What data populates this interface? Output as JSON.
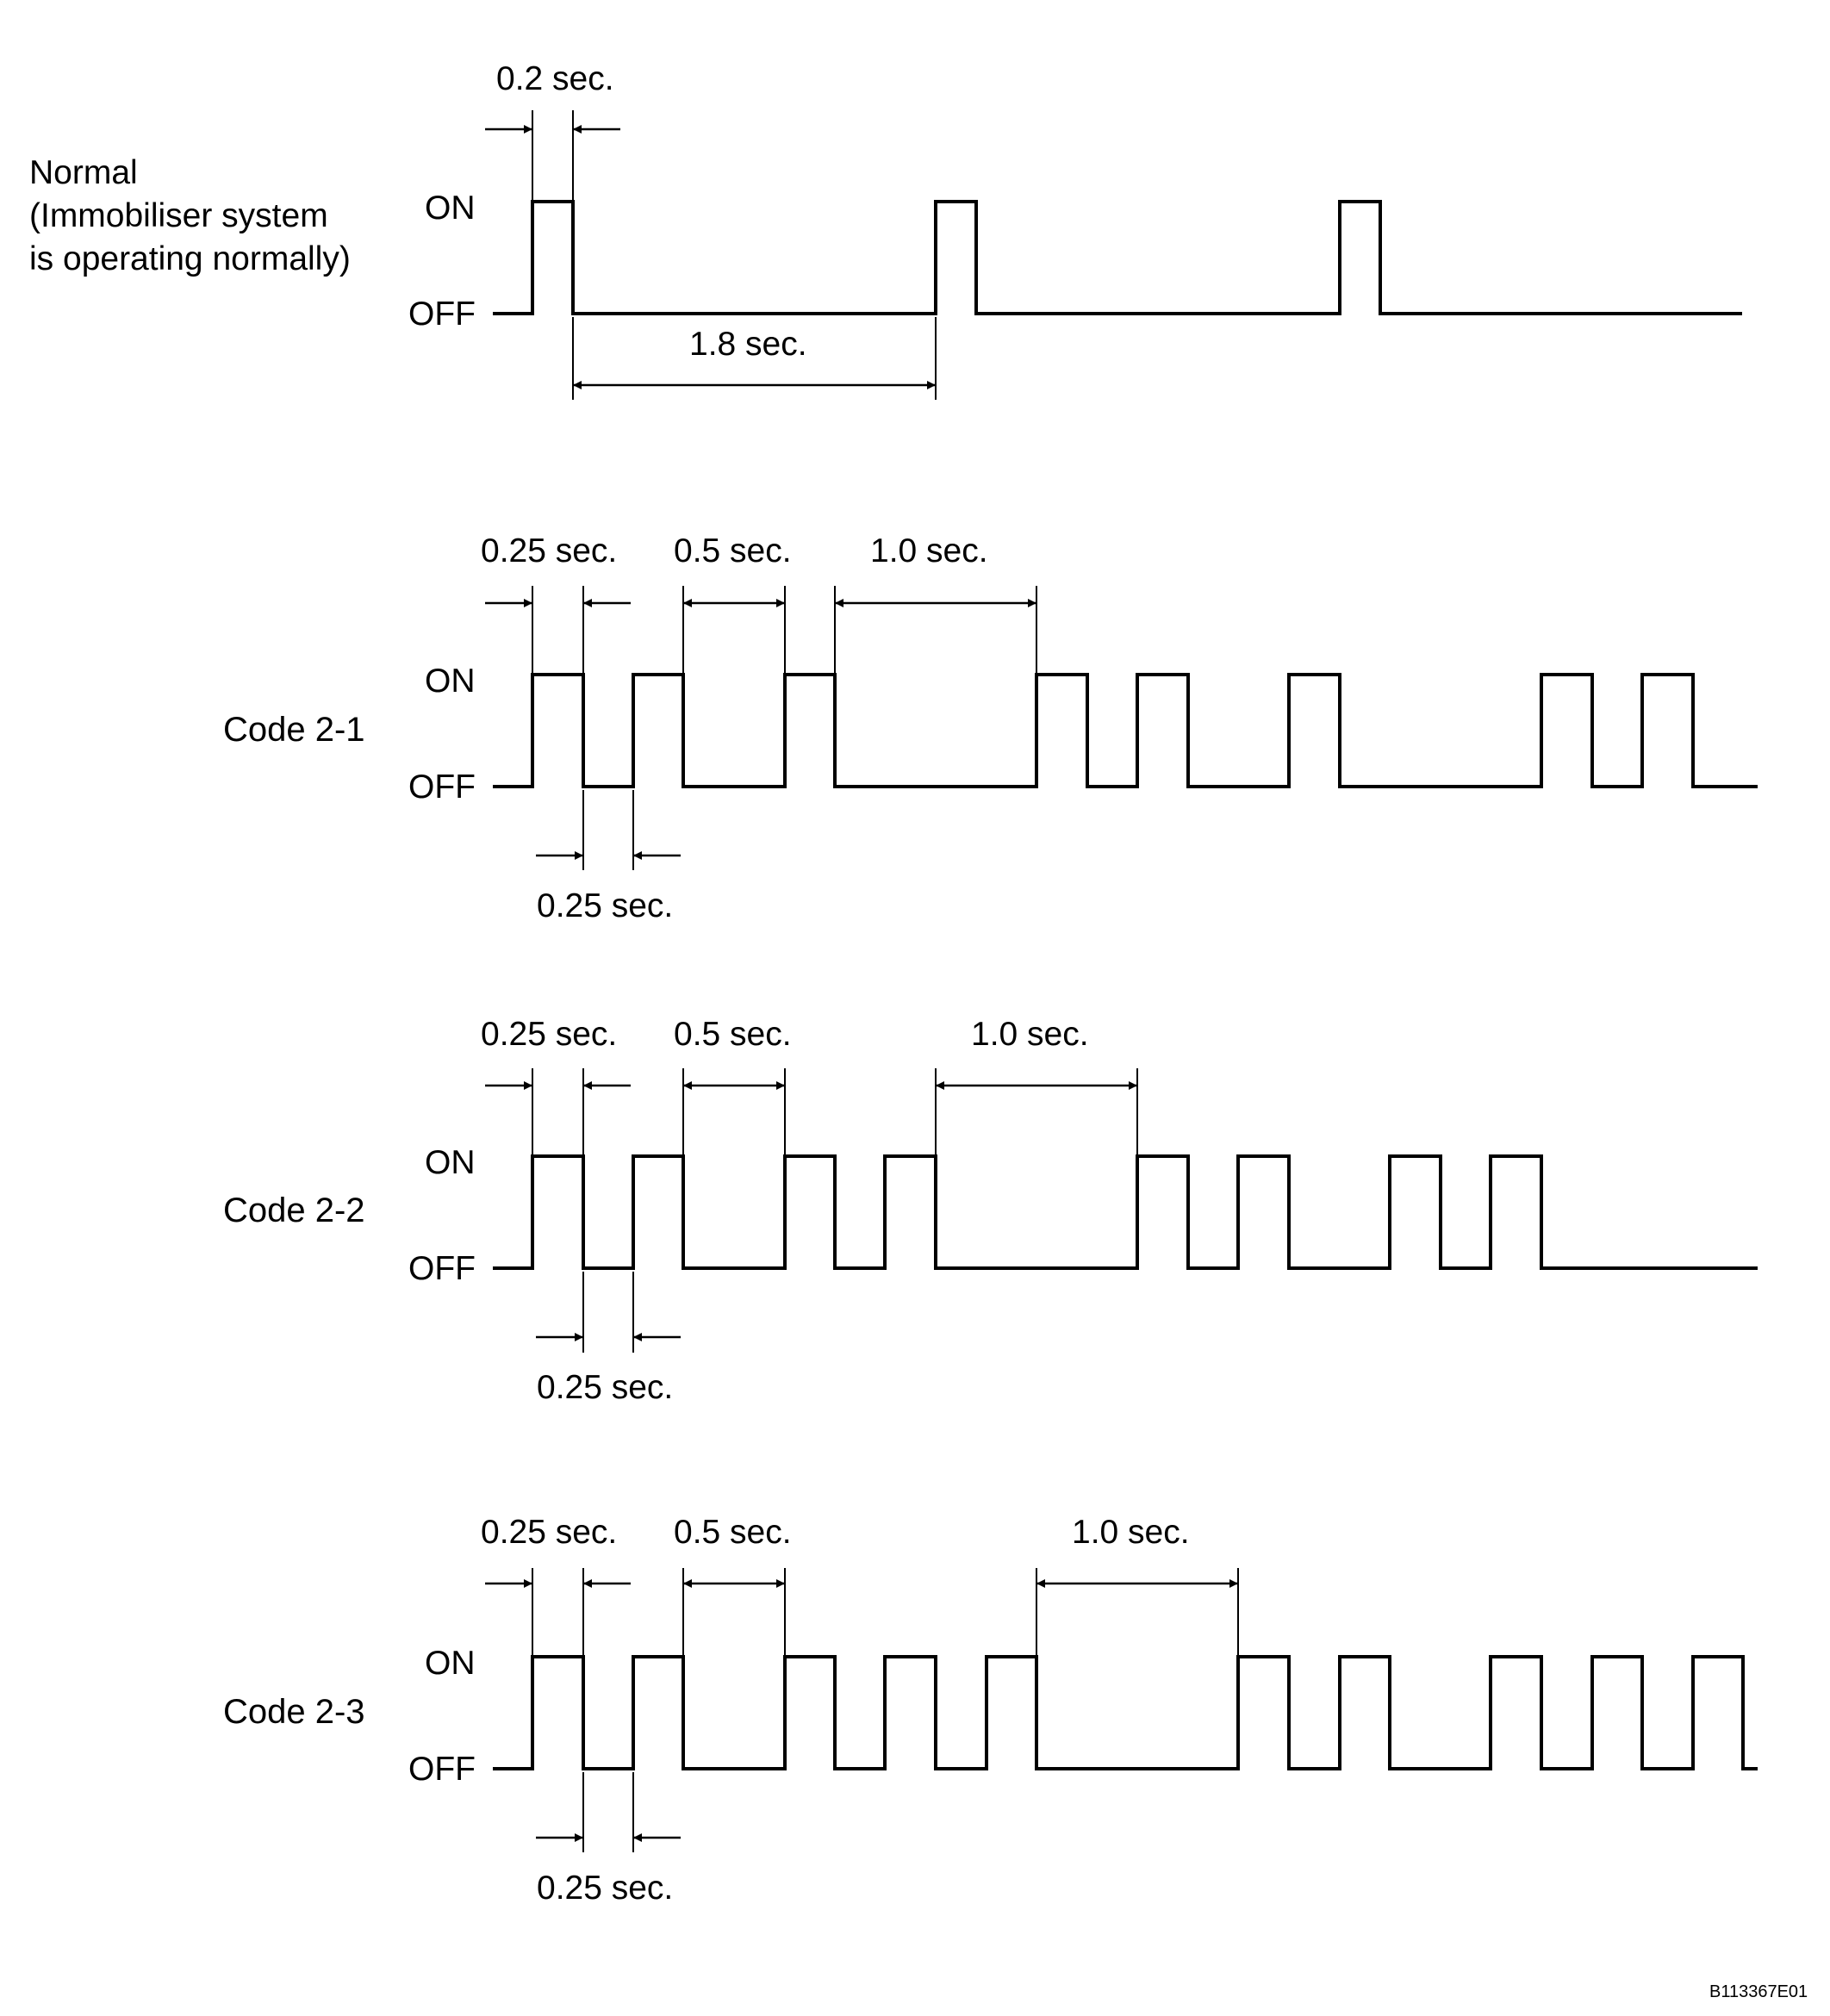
{
  "normal": {
    "label_lines": [
      "Normal",
      "(Immobiliser system",
      "is operating normally)"
    ],
    "on": "ON",
    "off": "OFF",
    "dim_pulse": "0.2 sec.",
    "dim_gap": "1.8 sec."
  },
  "codes": [
    {
      "label": "Code 2-1",
      "on": "ON",
      "off": "OFF",
      "dim_pulse": "0.25 sec.",
      "dim_mid": "0.5 sec.",
      "dim_long": "1.0 sec.",
      "dim_low": "0.25 sec."
    },
    {
      "label": "Code 2-2",
      "on": "ON",
      "off": "OFF",
      "dim_pulse": "0.25 sec.",
      "dim_mid": "0.5 sec.",
      "dim_long": "1.0 sec.",
      "dim_low": "0.25 sec."
    },
    {
      "label": "Code 2-3",
      "on": "ON",
      "off": "OFF",
      "dim_pulse": "0.25 sec.",
      "dim_mid": "0.5 sec.",
      "dim_long": "1.0 sec.",
      "dim_low": "0.25 sec."
    }
  ],
  "figure_id": "B113367E01"
}
